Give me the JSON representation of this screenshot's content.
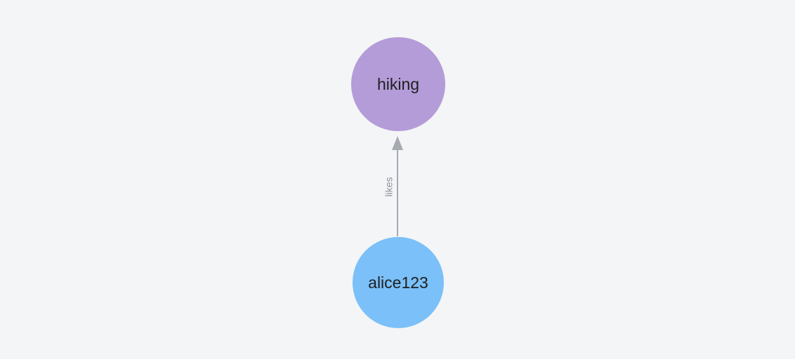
{
  "canvas": {
    "background": "#f4f5f6"
  },
  "graph": {
    "nodes": [
      {
        "id": "hiking",
        "label": "hiking",
        "color": "#b49cd8",
        "label_color": "#1e1f21",
        "shape": "circle"
      },
      {
        "id": "alice123",
        "label": "alice123",
        "color": "#7bc0f8",
        "label_color": "#1e1f21",
        "shape": "circle"
      }
    ],
    "edges": [
      {
        "from": "alice123",
        "to": "hiking",
        "label": "likes",
        "color": "#a6aab3",
        "label_color": "#8c9097",
        "direction": "upward",
        "arrowhead": "arrow-up-icon"
      }
    ]
  }
}
